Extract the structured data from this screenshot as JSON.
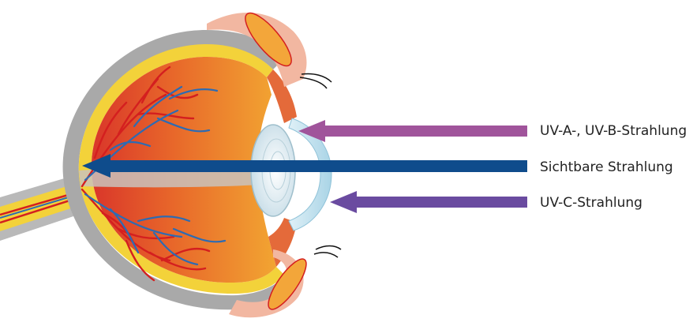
{
  "colors": {
    "uvab": "#a0549b",
    "visible": "#0f4c8c",
    "uvc": "#6a4ba0",
    "eyeball_outer": "#f0a030",
    "eyeball_inner": "#d9362a",
    "sclera": "#a9a9a9",
    "vessel_red": "#d41f1f",
    "vessel_blue": "#2d6bb3"
  },
  "rays": [
    {
      "id": "uvab",
      "label": "UV-A-, UV-B-Strahlung",
      "color": "#a0549b",
      "absorbed_by": "lens"
    },
    {
      "id": "visible",
      "label": "Sichtbare Strahlung",
      "color": "#0f4c8c",
      "absorbed_by": "retina"
    },
    {
      "id": "uvc",
      "label": "UV-C-Strahlung",
      "color": "#6a4ba0",
      "absorbed_by": "cornea"
    }
  ]
}
